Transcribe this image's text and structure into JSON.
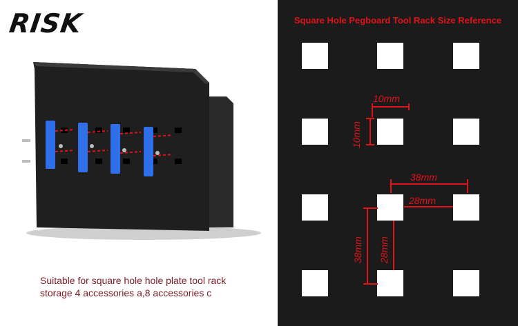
{
  "brand": {
    "logo_text": "RISK"
  },
  "left_panel": {
    "caption_line1": "Suitable for square hole hole plate tool rack",
    "caption_line2": "storage 4 accessories a,8 accessories c",
    "accent_color": "#2f6fe8",
    "arrow_color": "#e0121a"
  },
  "right_panel": {
    "title": "Square Hole Pegboard Tool Rack Size Reference",
    "background_color": "#1b1b1b",
    "dimension_color": "#e0121a",
    "hole_color": "#ffffff",
    "dimensions": {
      "hole_width": "10mm",
      "hole_height": "10mm",
      "pitch_horizontal": "38mm",
      "gap_horizontal": "28mm",
      "pitch_vertical": "38mm",
      "gap_vertical": "28mm"
    }
  }
}
